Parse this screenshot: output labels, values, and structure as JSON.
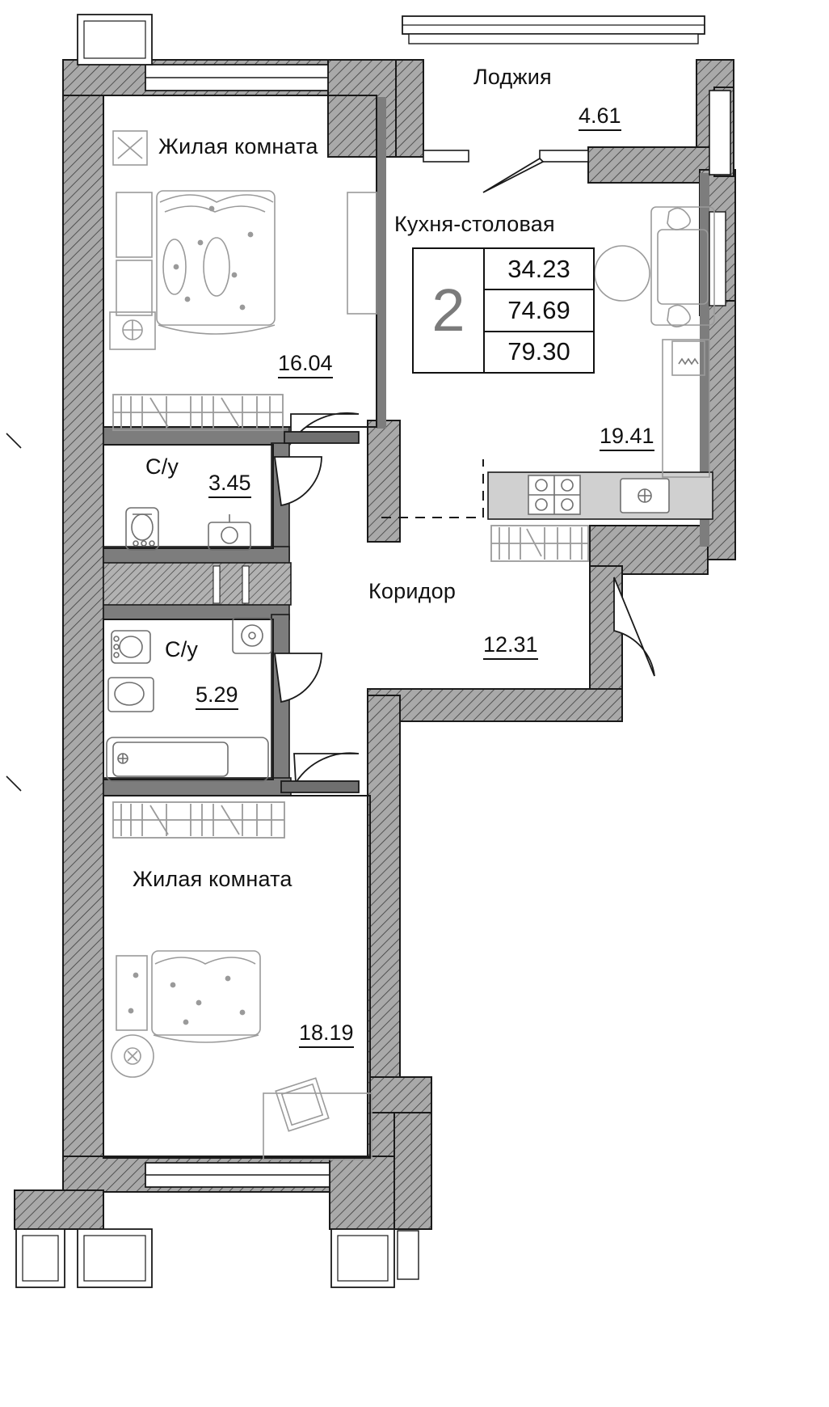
{
  "plan": {
    "type": "apartment-floor-plan",
    "language": "ru",
    "summary_table": {
      "rooms_count": "2",
      "living_area": "34.23",
      "total_area": "74.69",
      "total_area_with_loggia": "79.30"
    },
    "rooms": [
      {
        "id": "living-room-top",
        "name": "Жилая комната",
        "area": "16.04"
      },
      {
        "id": "bathroom-small",
        "name": "С/у",
        "area": "3.45"
      },
      {
        "id": "bathroom-large",
        "name": "С/у",
        "area": "5.29"
      },
      {
        "id": "living-room-bottom",
        "name": "Жилая комната",
        "area": "18.19"
      },
      {
        "id": "kitchen-dining",
        "name": "Кухня-столовая",
        "area": "19.41"
      },
      {
        "id": "corridor",
        "name": "Коридор",
        "area": "12.31"
      },
      {
        "id": "loggia",
        "name": "Лоджия",
        "area": "4.61"
      }
    ],
    "colors": {
      "wall_hatch": "#8a8a8a",
      "wall_solid": "#7d7d7d",
      "outline": "#1a1a1a",
      "furniture": "#9a9a9a",
      "text": "#111111"
    }
  }
}
